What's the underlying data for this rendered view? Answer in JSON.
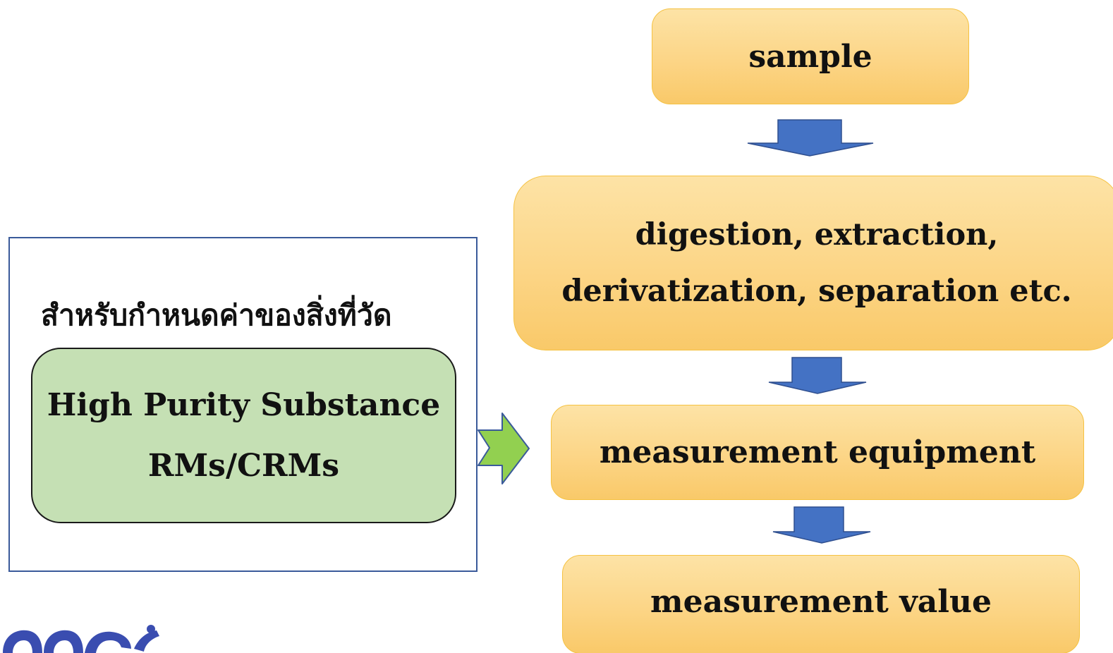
{
  "flow": {
    "sample": "sample",
    "prep_line1": "digestion, extraction,",
    "prep_line2": "derivatization, separation etc.",
    "equipment": "measurement equipment",
    "value": "measurement value"
  },
  "standards": {
    "caption": "สำหรับกำหนดค่าของสิ่งที่วัด",
    "line1": "High Purity Substance",
    "line2": "RMs/CRMs"
  },
  "colors": {
    "process_box_fill": "#fcd586",
    "process_box_border": "#f5c242",
    "standard_box_fill": "#c5e0b4",
    "down_arrow": "#4472c4",
    "right_arrow": "#92d050",
    "frame_border": "#3a5a9a"
  },
  "icons": {
    "flow_arrows": "down-arrow-icon",
    "feed_arrow": "right-arrow-icon",
    "logo": "logo-fragment"
  }
}
